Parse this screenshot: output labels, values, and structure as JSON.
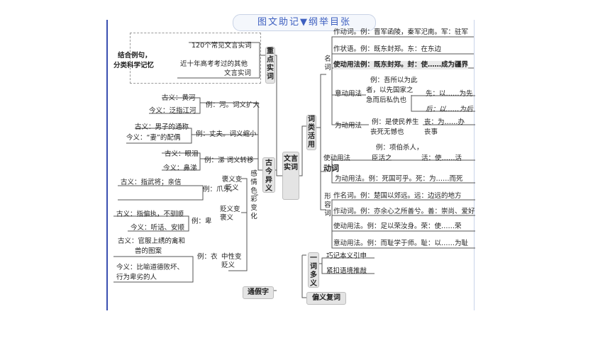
{
  "title": "图文助记▼纲举目张",
  "root": "文言实词",
  "note": [
    "结合例句，",
    "分类科学记忆"
  ],
  "key_words": {
    "label": "重点实词",
    "items": [
      "120个常见文言实词",
      "近十年高考考过的其他",
      "文言实词"
    ]
  },
  "gujin": {
    "label": "古今异义",
    "expand": {
      "example": "例：河。词义扩大",
      "old": "古义：黄河",
      "new": "今义：泛指江河"
    },
    "narrow": {
      "example": "例：丈夫。词义缩小",
      "old": "古义：男子的通称",
      "new": "今义：“妻”的配偶"
    },
    "transfer": {
      "example": "例：涕 词义转移",
      "old": "古义：眼泪",
      "new": "今义：鼻涕"
    },
    "color": {
      "label": "感情色彩变化",
      "derog": {
        "label": "褒义变贬义",
        "example": "例：爪牙。",
        "old": "古义：指武将；亲信",
        "new": ""
      },
      "commend": {
        "label": "贬义变褒义",
        "example": "例：卑",
        "old": "古义：指偏执，不驯顺",
        "new": "今义：听话、安顺"
      },
      "neutral": {
        "label": "中性变贬义",
        "example": "例：衣",
        "old1": "古义：官服上绣的禽和",
        "old2": "兽的图案",
        "new1": "今义：比喻道德败坏、",
        "new2": "行为卑劣的人"
      }
    }
  },
  "tongjiazi": "通假字",
  "cilei": {
    "label": "词类活用",
    "noun": {
      "label": "名词",
      "verb": "作动词。例：晋军函陵，秦军汜南。军：驻军",
      "adverb": "作状语。例：既东封郑。东：在东边",
      "causative": "使动用法例：既东封郑。封：使……成为疆界",
      "putative": {
        "label": "意动用法",
        "example": [
          "例：吾所以为此",
          "者，以先国家之",
          "急而后私仇也"
        ],
        "items": [
          "先：以……为先",
          "后：以……为后"
        ]
      },
      "wei": {
        "label": "为动用法",
        "example": [
          "例：是使民养生",
          "丧死无憾也"
        ],
        "item": [
          "丧：为……办",
          "丧事"
        ]
      }
    },
    "verb": {
      "label": "动词",
      "causative": {
        "label": "使动用法",
        "example_pre": "例：项伯杀人，",
        "example": "臣活之",
        "item": "活：使……活"
      },
      "wei": "为动用法。例：死国可乎。死：为……而死"
    },
    "adj": {
      "label": "形容词",
      "noun": "作名词。例：楚国以郊远。远：边远的地方",
      "verb": "作动词。例：亦余心之所善兮。善：崇尚、爱好",
      "causative": "使动用法。例：足以荣汝身。荣：使……荣",
      "putative": "意动用法。例：而耻学于师。耻：以……为耻"
    }
  },
  "yici": {
    "label": "一词多义",
    "items": [
      "巧记本义引申",
      "紧扣语境推敲"
    ]
  },
  "pianyi": "偏义复词"
}
